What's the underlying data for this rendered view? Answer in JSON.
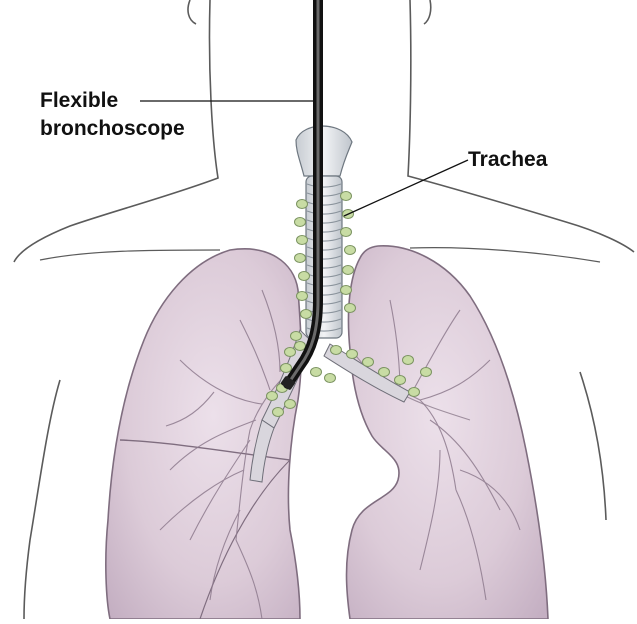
{
  "labels": {
    "bronchoscope_line1": "Flexible",
    "bronchoscope_line2": "bronchoscope",
    "trachea": "Trachea"
  },
  "colors": {
    "lung_fill": "#dccbd8",
    "lung_stroke": "#7f6d7f",
    "skin_stroke": "#5b5b5b",
    "trachea_fill": "#e9eaec",
    "node_fill": "#c8dca4",
    "scope": "#2b2b2b"
  }
}
